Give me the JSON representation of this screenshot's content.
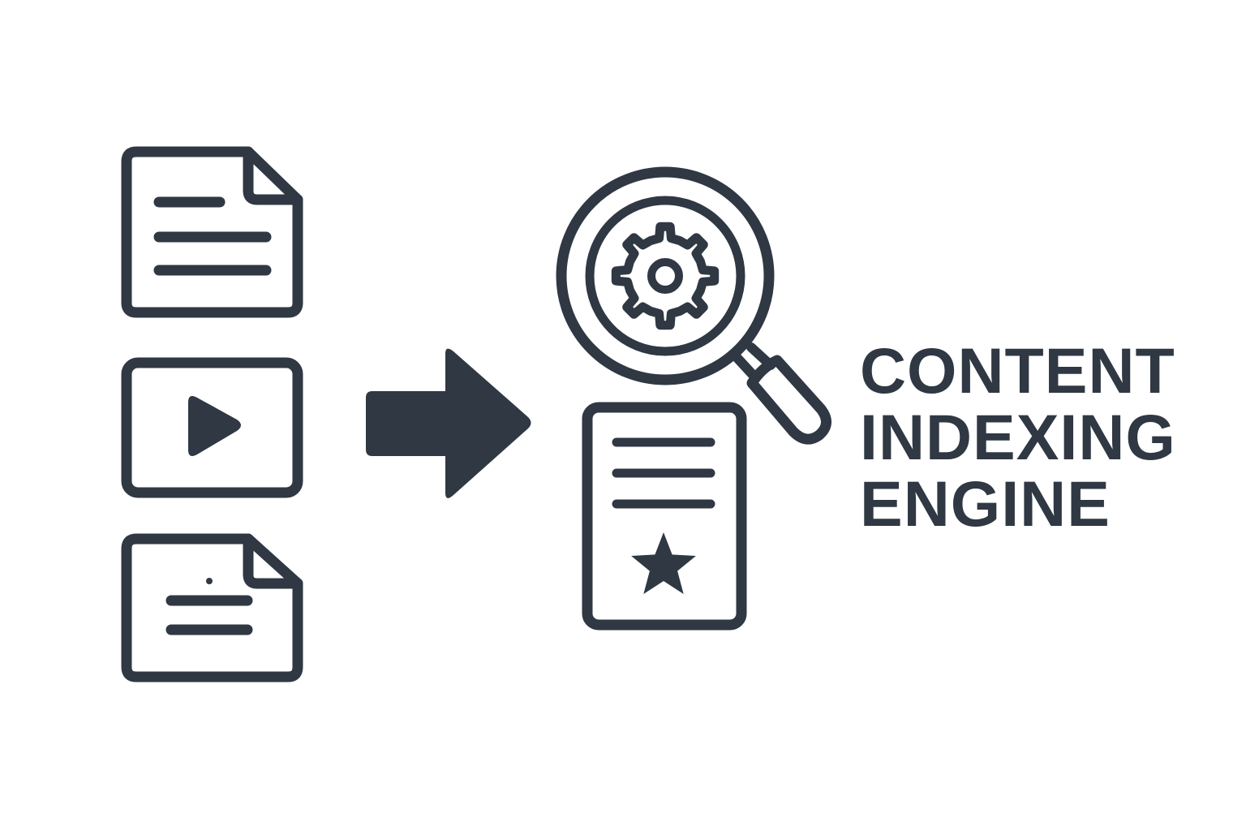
{
  "colors": {
    "ink": "#2f3843",
    "background": "#ffffff"
  },
  "title": {
    "lines": [
      "CONTENT",
      "INDEXING",
      "ENGINE"
    ]
  },
  "icons": {
    "inputs": [
      "text-document-icon",
      "video-icon",
      "note-document-icon"
    ],
    "flow": "right-arrow-icon",
    "engine": [
      "magnifier-icon",
      "gear-icon"
    ],
    "output": "indexed-document-icon"
  }
}
